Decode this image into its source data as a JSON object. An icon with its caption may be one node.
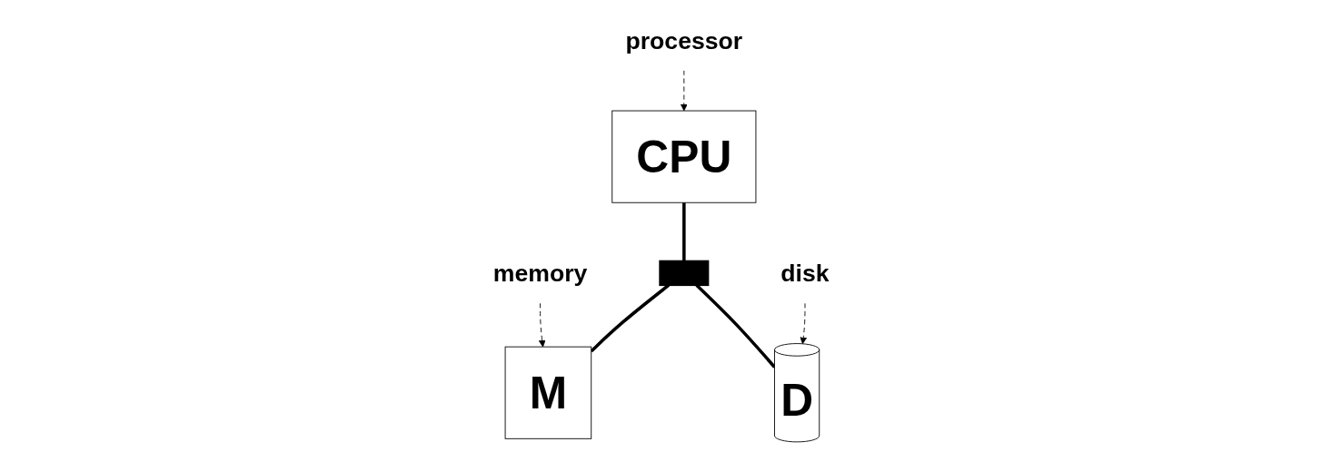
{
  "diagram": {
    "nodes": [
      {
        "text": [
          "CPU"
        ]
      },
      {
        "text": [
          "processor"
        ]
      },
      {
        "text": [],
        "shape": "bar"
      },
      {
        "text": [
          "memory"
        ]
      },
      {
        "text": [
          "M"
        ]
      },
      {
        "text": [
          "D"
        ]
      },
      {
        "text": [
          "disk"
        ]
      }
    ],
    "edges": [
      {
        "from": 0,
        "to": 2,
        "arrow": "none",
        "style": "thick"
      },
      {
        "from": 2,
        "to": 4,
        "arrow": "none",
        "style": "thick"
      },
      {
        "from": 2,
        "to": 5,
        "arrow": "none",
        "style": "thick"
      },
      {
        "from": 1,
        "to": 0,
        "arrow": "to",
        "style": "dashed"
      },
      {
        "from": 3,
        "to": 4,
        "arrow": "to",
        "style": "dashed"
      },
      {
        "from": 6,
        "to": 5,
        "arrow": "to",
        "style": "dashed"
      }
    ]
  }
}
